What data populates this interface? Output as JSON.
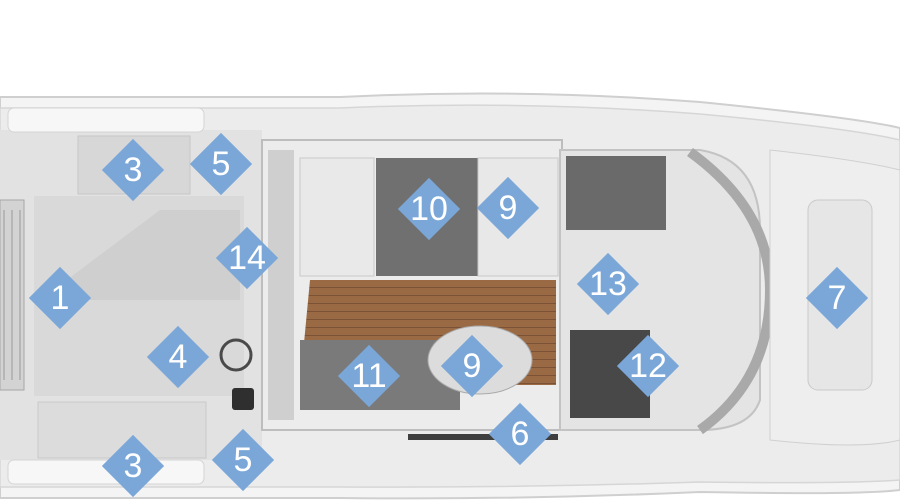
{
  "colors": {
    "marker": "#7aa7d8",
    "hull": "#f3f3f3",
    "deck": "#e3e3e3",
    "deck_dark": "#d0d0d0",
    "teak": "#9a6a45",
    "cushion": "#e8e8e8",
    "dark_panel": "#6c6c6c"
  },
  "markers": [
    {
      "id": "m1",
      "label": "1"
    },
    {
      "id": "m3a",
      "label": "3"
    },
    {
      "id": "m3b",
      "label": "3"
    },
    {
      "id": "m4",
      "label": "4"
    },
    {
      "id": "m5a",
      "label": "5"
    },
    {
      "id": "m5b",
      "label": "5"
    },
    {
      "id": "m6",
      "label": "6"
    },
    {
      "id": "m7",
      "label": "7"
    },
    {
      "id": "m9a",
      "label": "9"
    },
    {
      "id": "m9b",
      "label": "9"
    },
    {
      "id": "m10",
      "label": "10"
    },
    {
      "id": "m11",
      "label": "11"
    },
    {
      "id": "m12",
      "label": "12"
    },
    {
      "id": "m13",
      "label": "13"
    },
    {
      "id": "m14",
      "label": "14"
    }
  ]
}
